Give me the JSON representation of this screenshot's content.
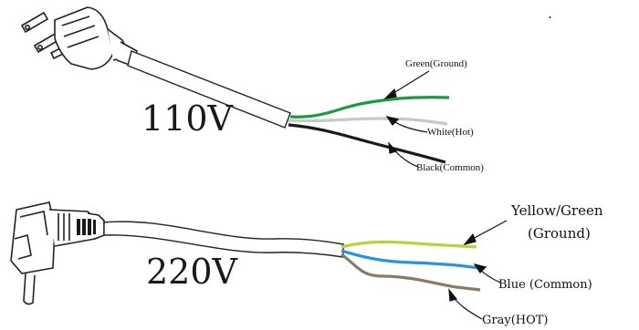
{
  "plug_110": {
    "voltage": "110V",
    "wires": {
      "ground": {
        "label": "Green(Ground)",
        "color": "#1a9a3c"
      },
      "hot": {
        "label": "White(Hot)",
        "color": "#c8c8c8"
      },
      "common": {
        "label": "Black(Common)",
        "color": "#1a1a1a"
      }
    }
  },
  "plug_220": {
    "voltage": "220V",
    "wires": {
      "ground": {
        "label_line1": "Yellow/Green",
        "label_line2": "(Ground)",
        "color": "#b5d33a"
      },
      "common": {
        "label": "Blue (Common)",
        "color": "#2c92e0"
      },
      "hot": {
        "label": "Gray(HOT)",
        "color": "#8a7a68"
      }
    }
  },
  "corner_mark": "."
}
